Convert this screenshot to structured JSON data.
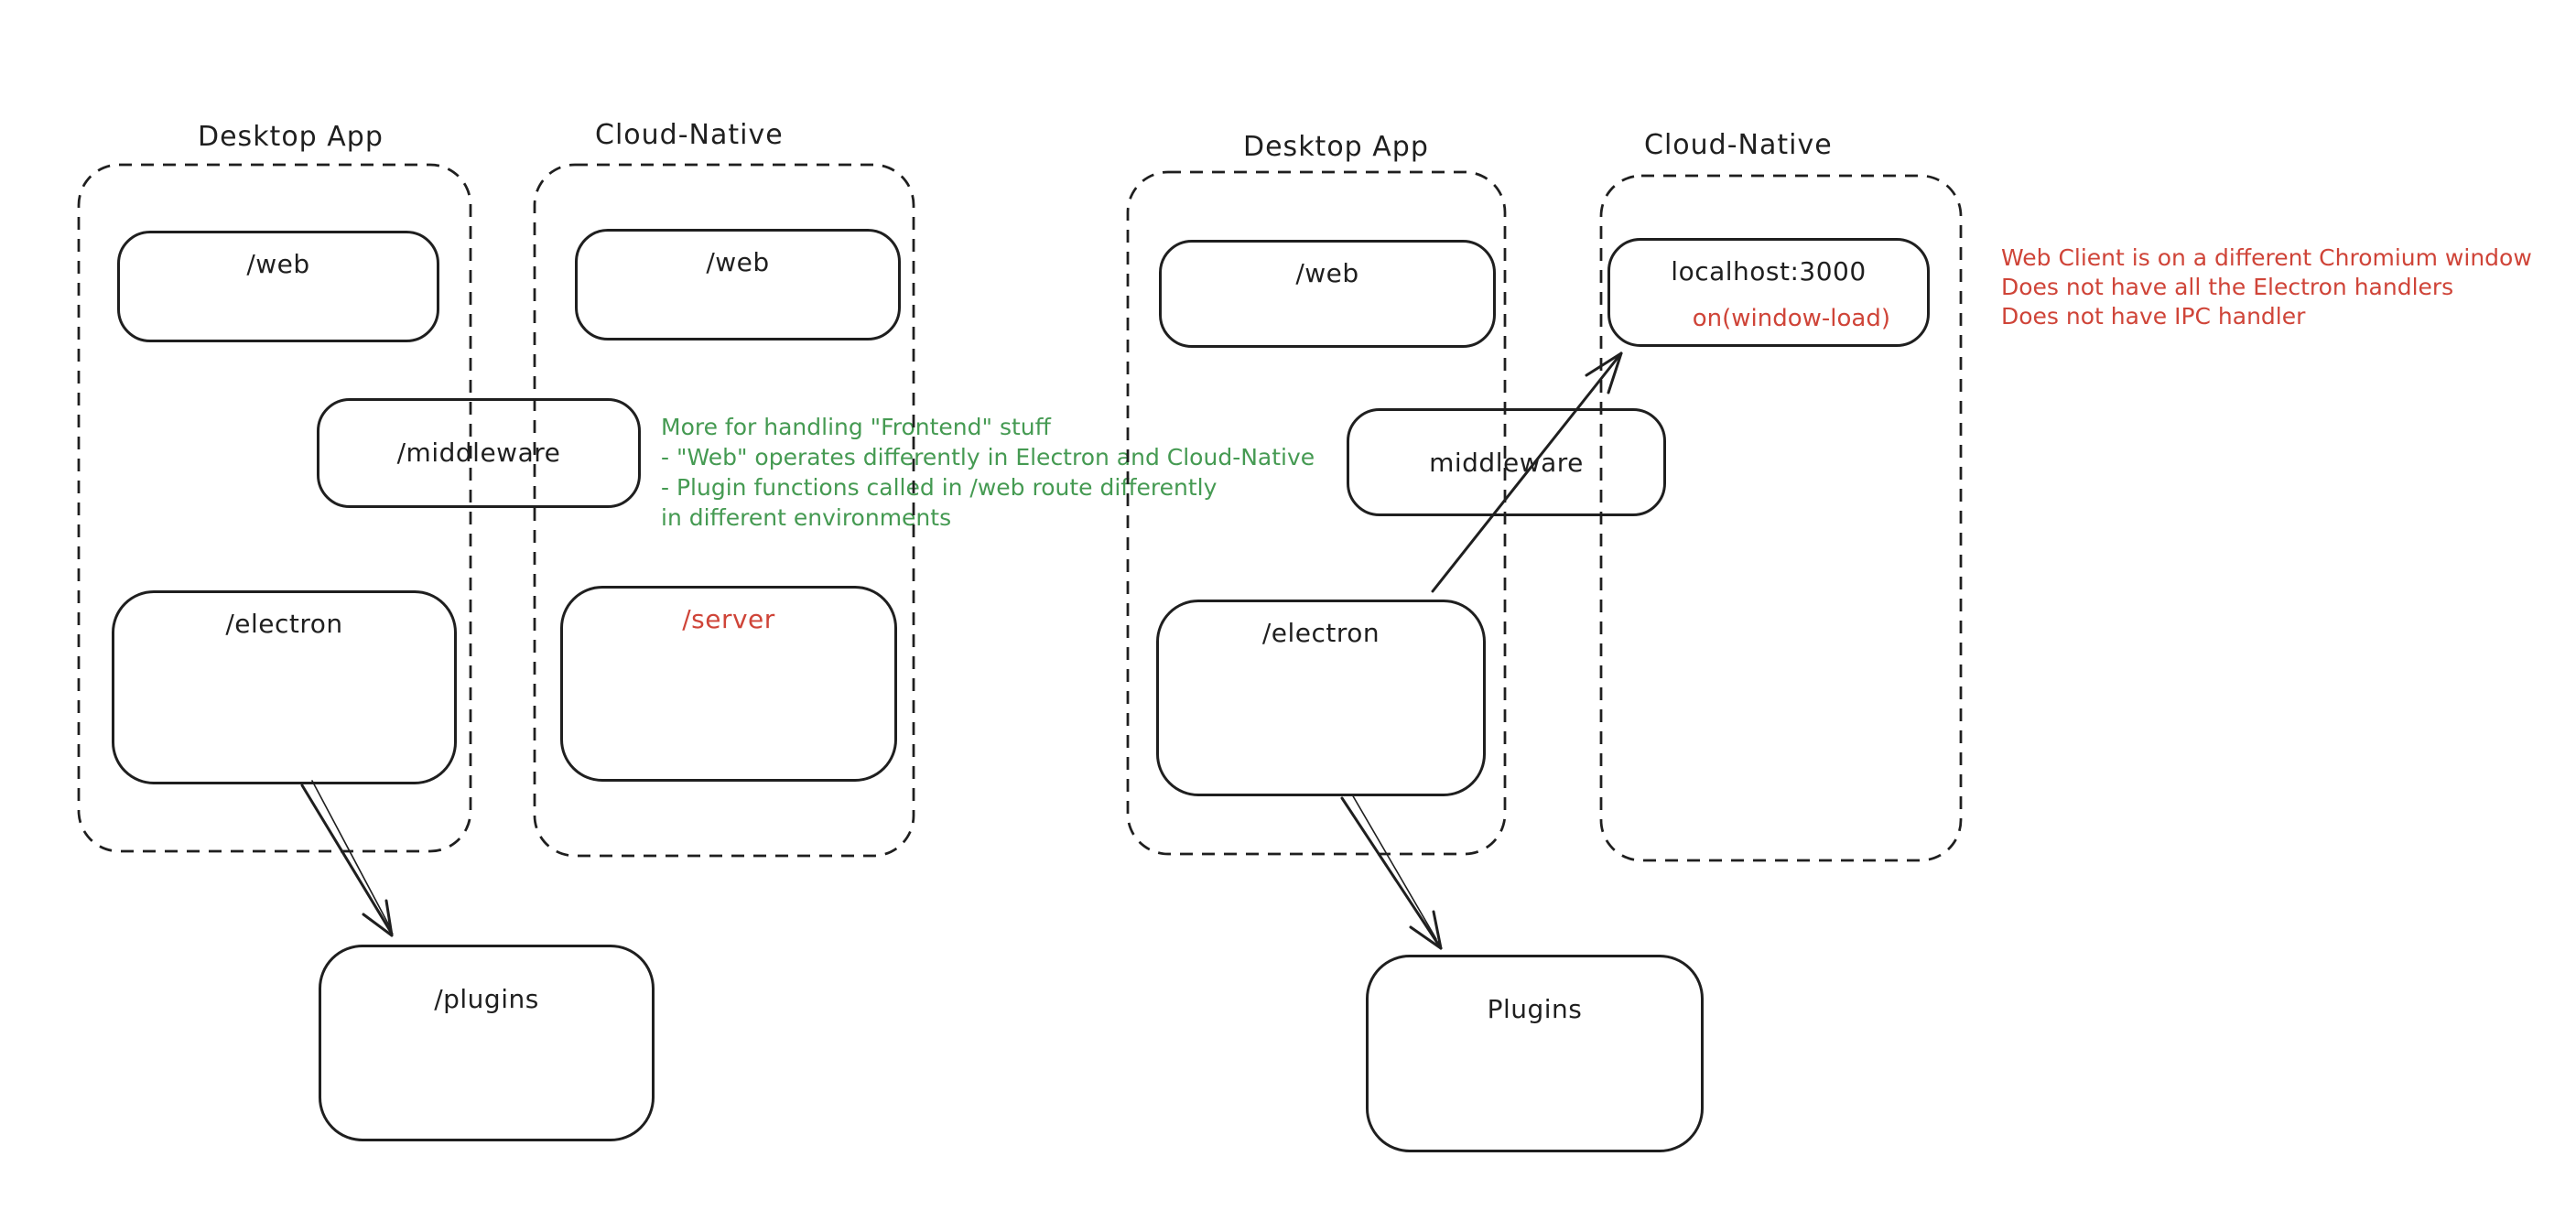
{
  "diagram": {
    "colors": {
      "stroke": "#1f1f1f",
      "red": "#cf4438",
      "green": "#459a52",
      "background": "#ffffff"
    },
    "left": {
      "desktop_label": "Desktop App",
      "cloud_label": "Cloud-Native",
      "boxes": {
        "web_desktop": "/web",
        "web_cloud": "/web",
        "middleware": "/middleware",
        "electron": "/electron",
        "server": "/server",
        "plugins": "/plugins"
      },
      "note": {
        "lines": [
          "More for handling \"Frontend\" stuff",
          "- \"Web\" operates differently in Electron and Cloud-Native",
          "- Plugin functions called in /web route differently",
          "in different environments"
        ]
      }
    },
    "right": {
      "desktop_label": "Desktop App",
      "cloud_label": "Cloud-Native",
      "boxes": {
        "web_desktop": "/web",
        "localhost": "localhost:3000",
        "localhost_sub": "on(window-load)",
        "middleware": "middleware",
        "electron": "/electron",
        "plugins": "Plugins"
      },
      "note": {
        "lines": [
          "Web Client is on a different Chromium window",
          "Does not have all the Electron handlers",
          "Does not have IPC handler"
        ]
      }
    }
  }
}
